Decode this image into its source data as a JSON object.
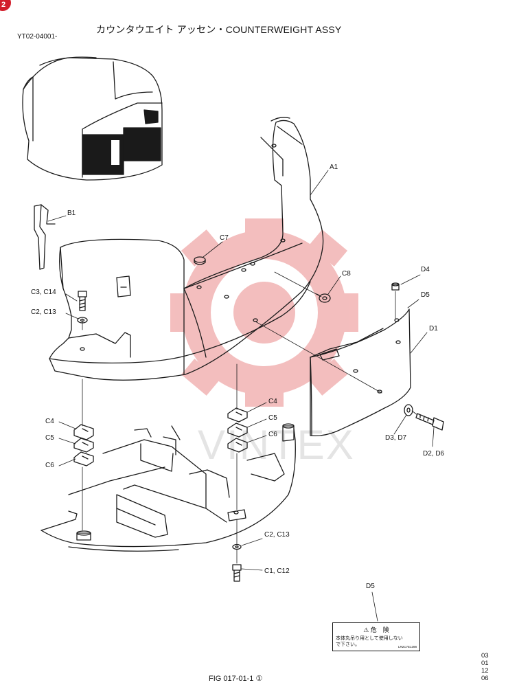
{
  "badge": "2",
  "header": {
    "doc_id": "YT02-04001-",
    "title": "カウンタウエイト アッセン・COUNTERWEIGHT ASSY"
  },
  "callouts": {
    "a1": "A1",
    "b1": "B1",
    "c7": "C7",
    "c3_c14": "C3, C14",
    "c2_c13_upper": "C2, C13",
    "c8": "C8",
    "d4": "D4",
    "d5_upper": "D5",
    "d1": "D1",
    "c4_left": "C4",
    "c5_left": "C5",
    "c6_left": "C6",
    "c4_right": "C4",
    "c5_right": "C5",
    "c6_right": "C6",
    "d3_d7": "D3, D7",
    "d2_d6": "D2, D6",
    "c2_c13_lower": "C2, C13",
    "c1_c12": "C1, C12",
    "d5_lower": "D5"
  },
  "warning_label": {
    "heading": "⚠ 危　険",
    "line1": "本体丸吊り用として使用しない",
    "line2": "で下さい。",
    "code": "LR2C7E1398"
  },
  "watermark": "VINTEX",
  "footer": {
    "figure": "FIG 017-01-1 ①",
    "codes": [
      "03",
      "01",
      "12",
      "06"
    ]
  }
}
